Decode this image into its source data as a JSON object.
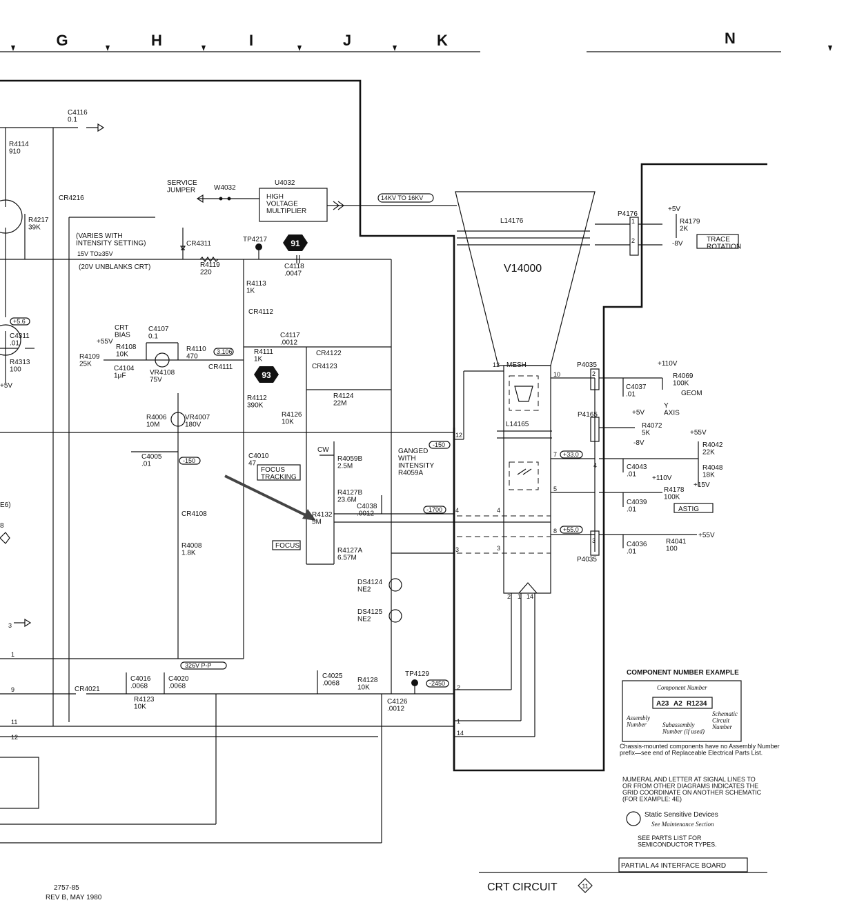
{
  "grid_letters": [
    "G",
    "H",
    "I",
    "J",
    "K",
    "N"
  ],
  "footer": {
    "drawing_number": "2757-85",
    "revision": "REV B, MAY 1980",
    "title": "CRT CIRCUIT",
    "diagram_number": "11",
    "board": "PARTIAL A4 INTERFACE BOARD"
  },
  "callouts": {
    "tp4217_marker": "91",
    "cr4111_marker": "93",
    "marker_color": "#111111"
  },
  "hv": {
    "service_jumper": "SERVICE\nJUMPER",
    "w4032": "W4032",
    "u4032": "U4032",
    "u4032_body": "HIGH\nVOLTAGE\nMULTIPLIER",
    "range": "14KV TO 16KV"
  },
  "crt": {
    "name": "V14000",
    "mesh": "MESH",
    "l14176": "L14176",
    "l14165": "L14165"
  },
  "notes": {
    "varies": "(VARIES WITH\nINTENSITY SETTING)",
    "v15_to_35": "15V TO≥35V",
    "unblanks": "(20V UNBLANKS CRT)",
    "ganged": "GANGED\nWITH\nINTENSITY\nR4059A",
    "focus_tracking": "FOCUS\nTRACKING",
    "focus": "FOCUS",
    "trace_rotation": "TRACE\nROTATION",
    "geom": "GEOM",
    "astig": "ASTIG",
    "crt_bias": "CRT\nBIAS"
  },
  "voltage_tags": {
    "v1": "+5.6",
    "v2": "3.106",
    "v3": "-150",
    "v4": "-150",
    "v5": "-1700",
    "v6": "+33.0",
    "v7": "+55.0",
    "v8": "-2450",
    "v9": "326V P-P"
  },
  "components": {
    "c4116": "C4116\n0.1",
    "r4114": "R4114\n910",
    "cr4216": "CR4216",
    "r4217": "R4217\n39K",
    "cr4311": "CR4311",
    "r4119": "R4119\n220",
    "tp4217": "TP4217",
    "c4118": "C4118\n.0047",
    "r4113": "R4113\n1K",
    "cr4112": "CR4112",
    "c4311": "C4311\n.01",
    "r4313": "R4313\n100",
    "plus5v_left": "+5V",
    "c4107": "C4107\n0.1",
    "r4108": "R4108\n10K",
    "plus55v_bias": "+55V",
    "r4109": "R4109\n25K",
    "c4104": "C4104\n1μF",
    "vr4108": "VR4108\n75V",
    "r4110": "R4110\n470",
    "cr4111": "CR4111",
    "r4111": "R4111\n1K",
    "c4117": "C4117\n.0012",
    "cr4122": "CR4122",
    "cr4123": "CR4123",
    "r4124": "R4124\n22M",
    "r4112": "R4112\n390K",
    "r4126": "R4126\n10K",
    "r4006": "R4006\n10M",
    "vr4007": "VR4007\n180V",
    "c4005": "C4005\n.01",
    "c4010": "C4010\n47",
    "r4059b": "R4059B\n2.5M",
    "cw": "CW",
    "r4127b": "R4127B\n23.6M",
    "c4038": "C4038\n.0012",
    "r4132": "R4132\n5M",
    "r4127a": "R4127A\n6.57M",
    "cr4108": "CR4108",
    "r4008": "R4008\n1.8K",
    "ds4124": "DS4124\nNE2",
    "ds4125": "DS4125\nNE2",
    "c4016": "C4016\n.0068",
    "c4020": "C4020\n.0068",
    "r4123": "R4123\n10K",
    "cr4021": "CR4021",
    "c4025": "C4025\n.0068",
    "r4128": "R4128\n10K",
    "tp4129": "TP4129",
    "c4126": "C4126\n.0012",
    "p4176": "P4176",
    "plus5v_rot": "+5V",
    "r4179": "R4179\n2K",
    "minus8v_rot": "-8V",
    "p4035_top": "P4035",
    "plus110v_a": "+110V",
    "r4069": "R4069\n100K",
    "c4037": "C4037\n.01",
    "p4165": "P4165",
    "y_axis": "Y\nAXIS",
    "plus5v_axis": "+5V",
    "r4072": "R4072\n5K",
    "minus8v_axis": "-8V",
    "plus55v_a": "+55V",
    "r4042": "R4042\n22K",
    "r4048": "R4048\n18K",
    "plus15v": "+15V",
    "c4043": "C4043\n.01",
    "plus110v_b": "+110V",
    "r4178": "R4178\n100K",
    "c4039": "C4039\n.01",
    "c4036": "C4036\n.01",
    "r4041": "R4041\n100",
    "plus55v_b": "+55V",
    "p4035_bot": "P4035",
    "left_partial": "E6)",
    "left_partial_tag": "8"
  },
  "pins": {
    "p12_mesh": "12",
    "p12_bus": "12",
    "p10": "10",
    "p7": "7",
    "p5": "5",
    "p4_bus": "4",
    "p4_crt": "4",
    "p3_bus": "3",
    "p3_crt": "3",
    "p8": "8",
    "p2_bus": "2",
    "p1_bus": "1",
    "p14_bus": "14",
    "p2_crt": "2",
    "p1_crt": "1",
    "p14_crt": "14",
    "conn_top_1": "1",
    "conn_top_2": "2",
    "conn_2": "2",
    "conn_4": "4",
    "conn_3": "3",
    "left_3": "3",
    "left_1": "1",
    "left_9": "9",
    "left_11": "11",
    "left_12": "12"
  },
  "legend": {
    "title": "COMPONENT NUMBER EXAMPLE",
    "subtitle": "Component Number",
    "parts": [
      "A23",
      "A2",
      "R1234"
    ],
    "assembly": "Assembly\nNumber",
    "subassembly": "Subassembly\nNumber (if used)",
    "schematic": "Schematic\nCircuit\nNumber",
    "chassis_note": "Chassis-mounted components have no Assembly Number\nprefix—see end of Replaceable Electrical Parts List.",
    "signal_note": "NUMERAL AND LETTER AT SIGNAL LINES TO\nOR FROM OTHER DIAGRAMS INDICATES THE\nGRID COORDINATE ON ANOTHER SCHEMATIC\n(FOR EXAMPLE: 4E)",
    "static_title": "Static Sensitive Devices",
    "static_sub": "See Maintenance Section",
    "parts_note": "SEE PARTS LIST FOR\nSEMICONDUCTOR TYPES."
  }
}
